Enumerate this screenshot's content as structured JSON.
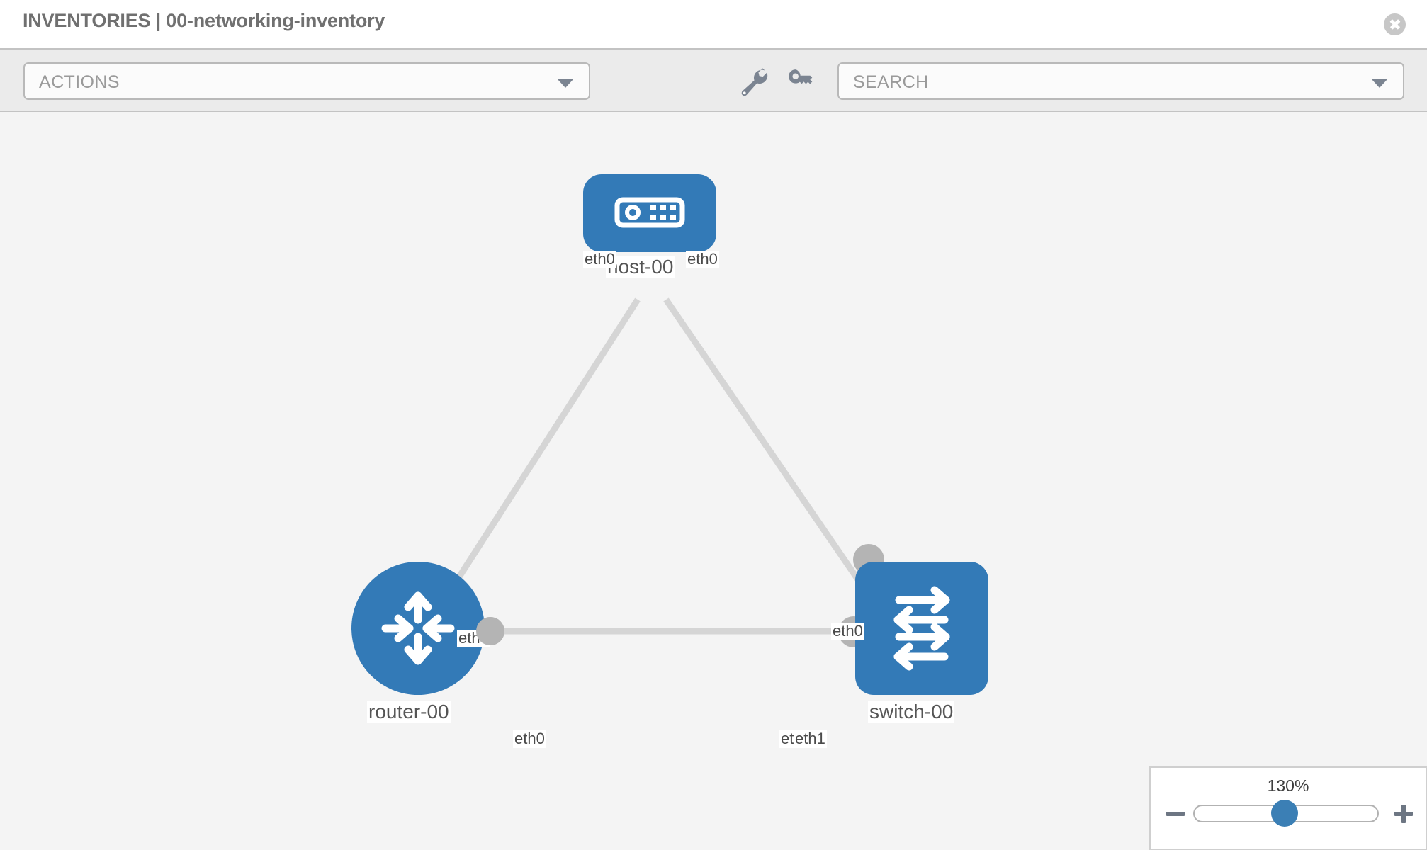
{
  "header": {
    "title": "INVENTORIES | 00-networking-inventory",
    "close_icon": "close-circle-icon"
  },
  "toolbar": {
    "actions_label": "ACTIONS",
    "actions_caret": "chevron-down-icon",
    "wrench_icon": "wrench-icon",
    "key_icon": "key-icon",
    "search_placeholder": "SEARCH",
    "search_caret": "chevron-down-icon"
  },
  "topology": {
    "nodes": [
      {
        "id": "host-00",
        "label": "host-00",
        "type": "host",
        "icon": "server-icon",
        "shape": "rounded-square",
        "color": "#337ab7"
      },
      {
        "id": "router-00",
        "label": "router-00",
        "type": "router",
        "icon": "router-icon",
        "shape": "circle",
        "color": "#337ab7"
      },
      {
        "id": "switch-00",
        "label": "switch-00",
        "type": "switch",
        "icon": "switch-icon",
        "shape": "rounded-square",
        "color": "#337ab7"
      }
    ],
    "edges": [
      {
        "from": "host-00",
        "to": "router-00",
        "from_interface": "eth0",
        "to_interface": "eth0"
      },
      {
        "from": "host-00",
        "to": "switch-00",
        "from_interface": "eth0",
        "to_interface": "eth0"
      },
      {
        "from": "router-00",
        "to": "switch-00",
        "from_interface": "eth0",
        "to_interface": "eth1"
      }
    ],
    "edge_labels": {
      "host_left": "eth0",
      "host_right": "eth0",
      "router_up": "eth0",
      "switch_up": "eth0",
      "router_right": "eth0",
      "switch_left_hidden": "eth",
      "switch_left": "eth1"
    },
    "link_color": "#d5d5d5",
    "connector_color": "#b4b4b4",
    "canvas_color": "#f4f4f4"
  },
  "zoom_control": {
    "value": "130%",
    "minus_icon": "minus-icon",
    "plus_icon": "plus-icon"
  }
}
